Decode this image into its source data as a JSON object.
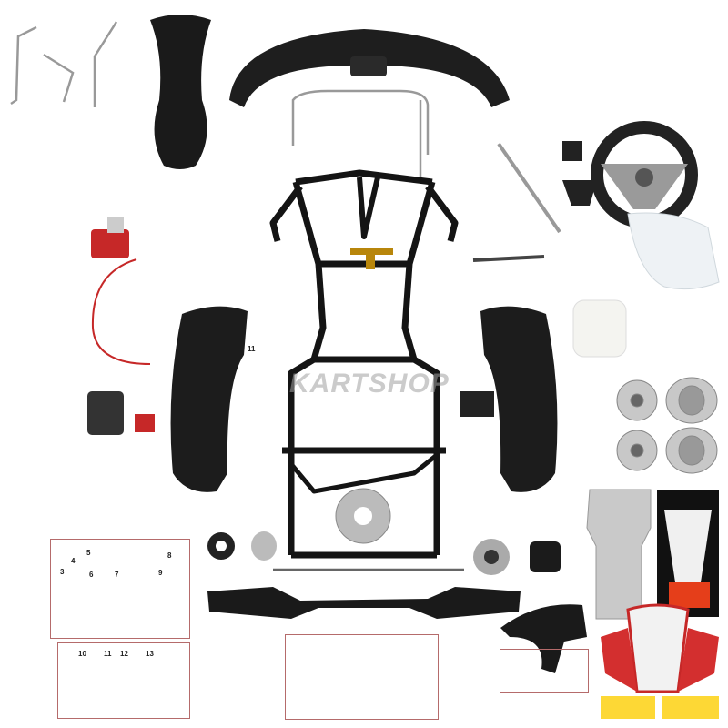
{
  "watermark": "KARTSHOP",
  "callouts": {
    "box1": [
      "3",
      "4",
      "5",
      "6",
      "7",
      "8",
      "9"
    ],
    "box2": [
      "10",
      "11",
      "12",
      "13"
    ],
    "loose": "11"
  },
  "colors": {
    "frame": "#141414",
    "bumper": "#1e1e1e",
    "chrome": "#b8b8b8",
    "accent_red": "#c62828",
    "box_border": "#b56b6b",
    "brass": "#b8860b"
  }
}
